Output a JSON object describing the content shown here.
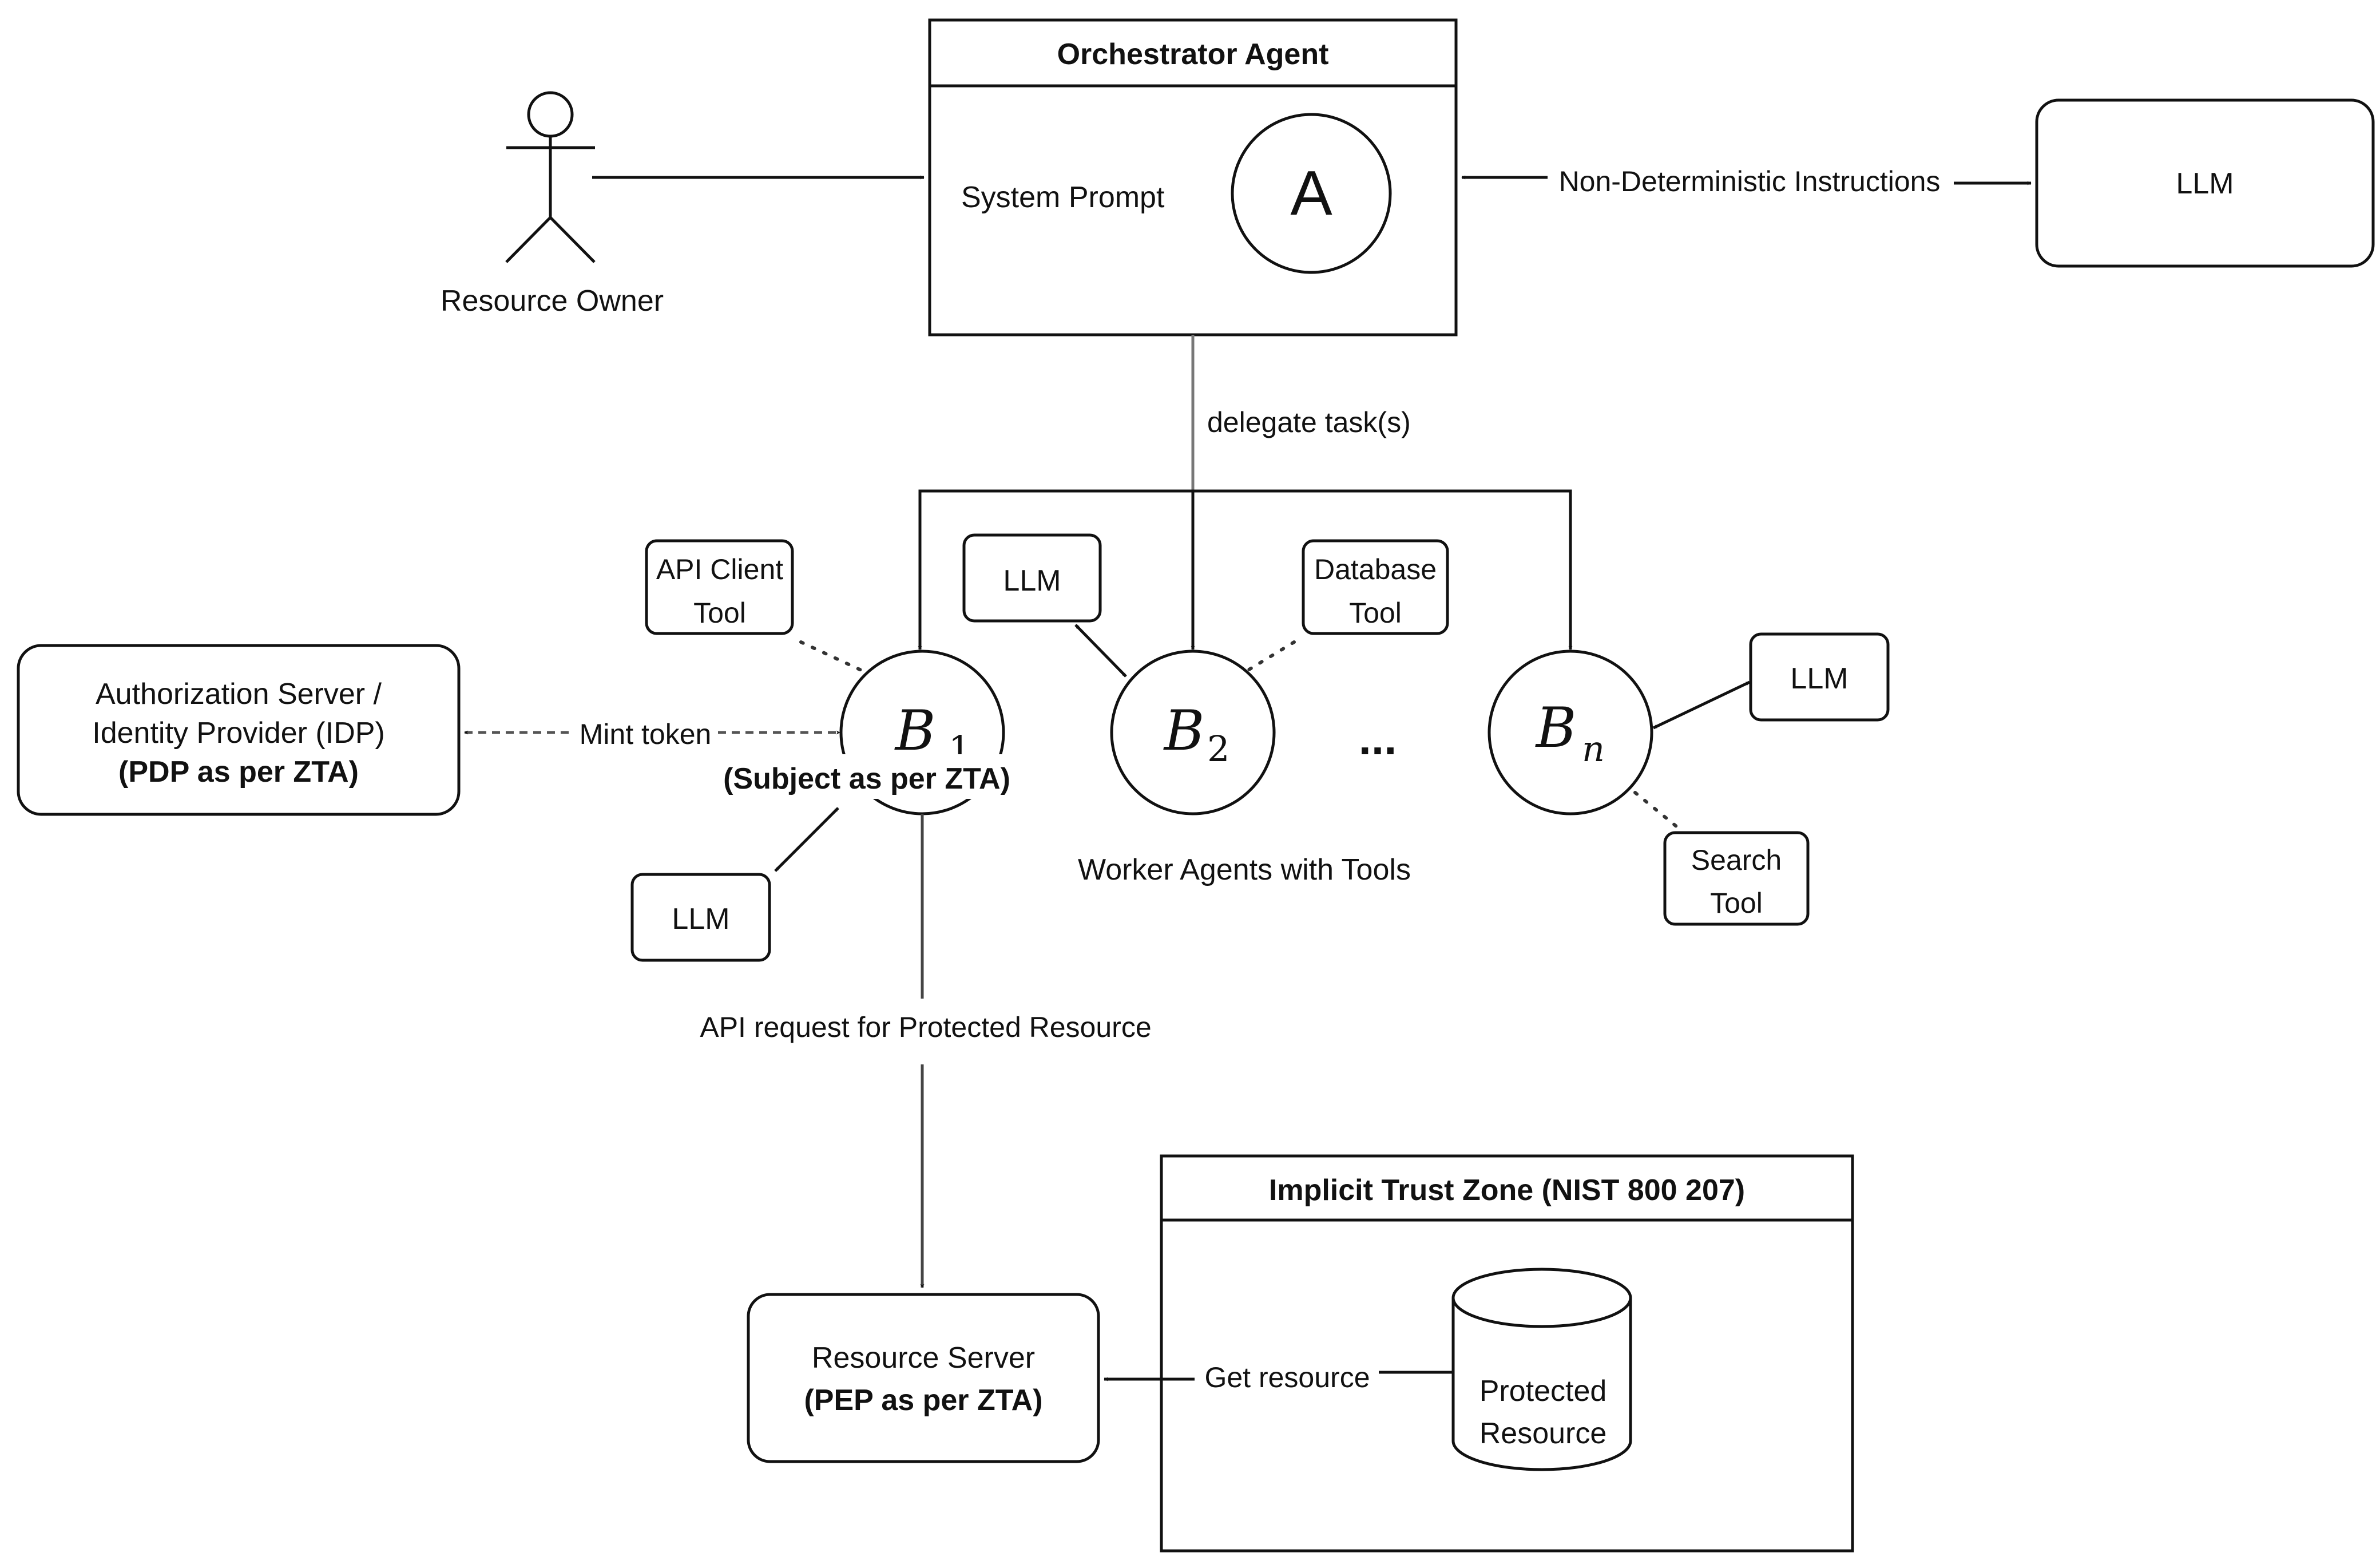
{
  "orchestrator": {
    "title": "Orchestrator Agent",
    "prompt": "System Prompt",
    "agent_letter": "A"
  },
  "resource_owner": {
    "label": "Resource Owner"
  },
  "llm_top": {
    "label": "LLM"
  },
  "edge_labels": {
    "non_deterministic": "Non-Deterministic Instructions",
    "delegate": "delegate task(s)",
    "mint_token": "Mint token",
    "api_request": "API request for Protected Resource",
    "get_resource": "Get resource"
  },
  "auth_server": {
    "line1": "Authorization Server /",
    "line2": "Identity Provider (IDP)",
    "line3": "(PDP as per ZTA)"
  },
  "workers": {
    "b1": {
      "base": "B",
      "sub": "1",
      "caption": "(Subject as per ZTA)"
    },
    "b2": {
      "base": "B",
      "sub": "2"
    },
    "bn": {
      "base": "B",
      "sub": "n"
    },
    "ellipsis": "...",
    "caption": "Worker Agents with Tools"
  },
  "tools": {
    "api_client": {
      "line1": "API Client",
      "line2": "Tool"
    },
    "database": {
      "line1": "Database",
      "line2": "Tool"
    },
    "search": {
      "line1": "Search",
      "line2": "Tool"
    }
  },
  "llm_labels": {
    "b1": "LLM",
    "b2": "LLM",
    "bn": "LLM"
  },
  "resource_server": {
    "line1": "Resource Server",
    "line2": "(PEP as per ZTA)"
  },
  "trust_zone": {
    "title": "Implicit Trust Zone (NIST 800 207)"
  },
  "protected_resource": {
    "line1": "Protected",
    "line2": "Resource"
  }
}
